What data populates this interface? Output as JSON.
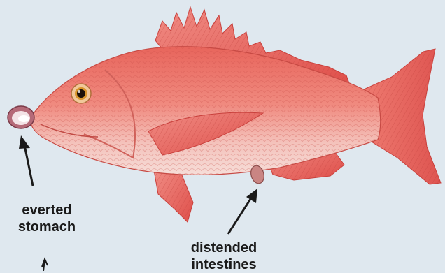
{
  "labels": {
    "everted_stomach": [
      "everted",
      "stomach"
    ],
    "distended_intestines": [
      "distended",
      "intestines"
    ]
  },
  "colors": {
    "background": "#dfe8ef",
    "fish_body": "#ee7d72",
    "fish_belly": "#f6d7d2",
    "fins": "#e9655e",
    "arrow": "#1a1a1a",
    "label_text": "#1a1a1a"
  },
  "illustration": {
    "subject": "red-snapper-fish",
    "annotations": [
      "everted-stomach-arrow",
      "distended-intestines-arrow"
    ]
  }
}
